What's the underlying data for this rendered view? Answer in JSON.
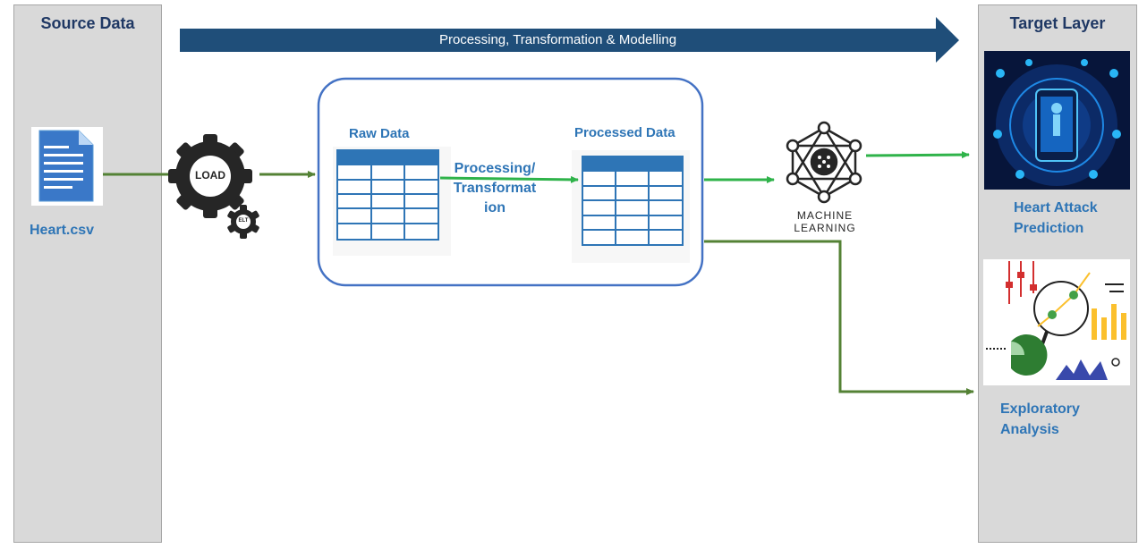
{
  "source_panel": {
    "title": "Source Data",
    "file_label": "Heart.csv"
  },
  "target_panel": {
    "title": "Target Layer",
    "prediction_label": "Heart Attack Prediction",
    "analysis_label": "Exploratory Analysis"
  },
  "banner": {
    "label": "Processing, Transformation  & Modelling"
  },
  "load_gear": {
    "label": "LOAD",
    "small_label": "ELT"
  },
  "pipeline": {
    "raw_label": "Raw Data",
    "processed_label": "Processed Data",
    "transform_label_1": "Processing/",
    "transform_label_2": "Transformat",
    "transform_label_3": "ion"
  },
  "ml": {
    "label_1": "MACHINE",
    "label_2": "LEARNING"
  },
  "colors": {
    "banner": "#1f4e79",
    "panel": "#d9d9d9",
    "title": "#1f3864",
    "label": "#2e75b6",
    "arrow_dark": "#548235",
    "arrow_bright": "#2fb34a",
    "box_border": "#4472c4"
  }
}
